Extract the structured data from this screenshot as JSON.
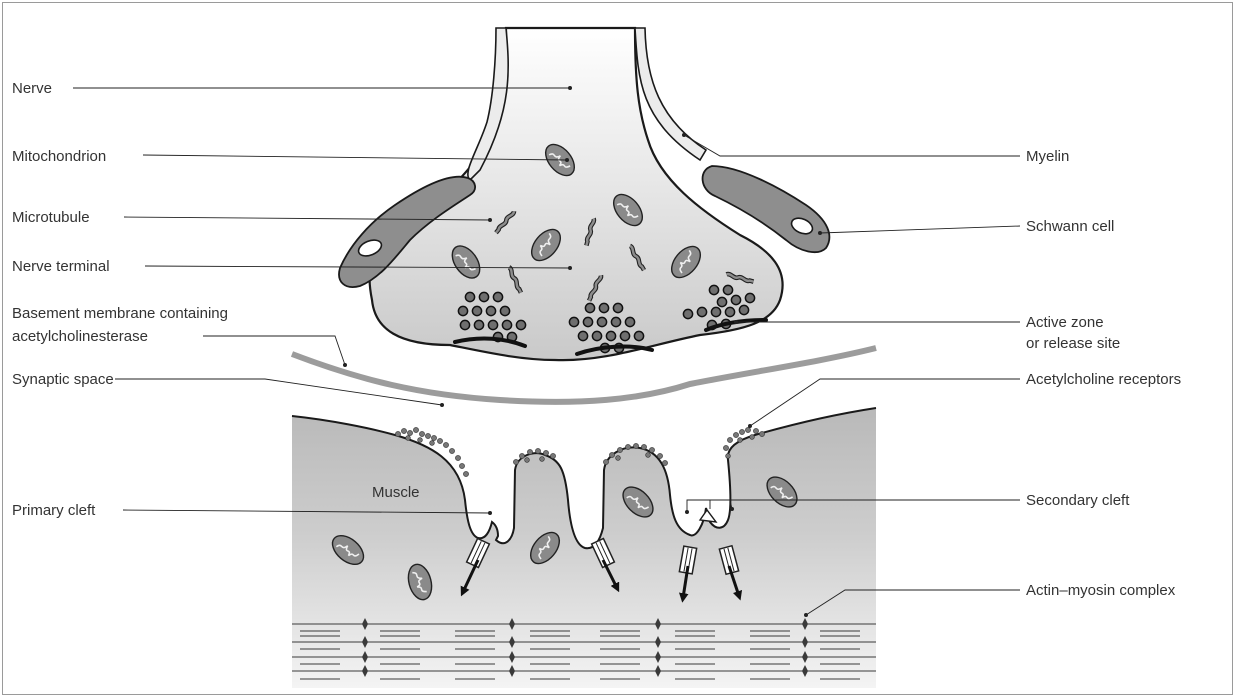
{
  "labels_left": {
    "nerve": "Nerve",
    "mitochondrion": "Mitochondrion",
    "microtubule": "Microtubule",
    "nerve_terminal": "Nerve terminal",
    "basement_membrane_line1": "Basement membrane containing",
    "basement_membrane_line2": "acetylcholinesterase",
    "synaptic_space": "Synaptic space",
    "primary_cleft": "Primary cleft"
  },
  "labels_right": {
    "myelin": "Myelin",
    "schwann_cell": "Schwann cell",
    "active_zone_line1": "Active zone",
    "active_zone_line2": "or release site",
    "acetylcholine_receptors": "Acetylcholine receptors",
    "secondary_cleft": "Secondary cleft",
    "actin_myosin": "Actin–myosin complex"
  },
  "labels_inner": {
    "muscle": "Muscle"
  }
}
